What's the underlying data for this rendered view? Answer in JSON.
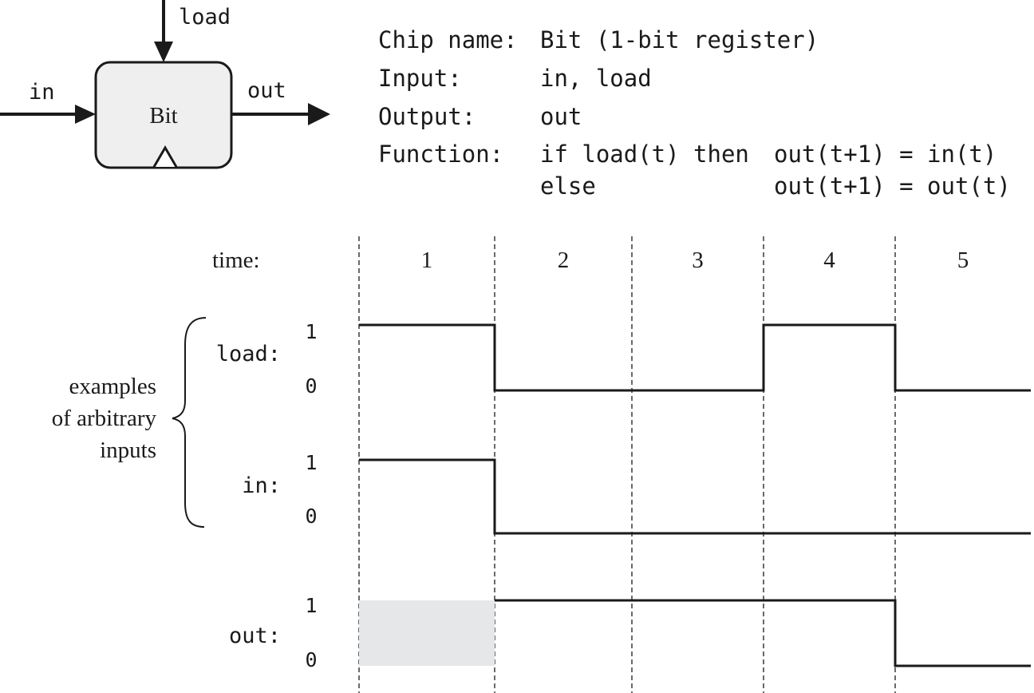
{
  "chip": {
    "box_label": "Bit",
    "pin_load": "load",
    "pin_in": "in",
    "pin_out": "out"
  },
  "spec": {
    "chip_name_key": "Chip name:",
    "chip_name_val": "Bit (1-bit register)",
    "input_key": "Input:",
    "input_val": "in, load",
    "output_key": "Output:",
    "output_val": "out",
    "function_key": "Function:",
    "function_if": "if load(t) then",
    "function_if_expr": "out(t+1) = in(t)",
    "function_else": "else",
    "function_else_expr": "out(t+1) = out(t)"
  },
  "timing": {
    "time_label": "time:",
    "periods": [
      "1",
      "2",
      "3",
      "4",
      "5"
    ],
    "high_label": "1",
    "low_label": "0",
    "brace_note_lines": [
      "examples",
      "of arbitrary",
      "inputs"
    ],
    "signals": [
      {
        "name": "load:",
        "levels": [
          1,
          0,
          0,
          1,
          0
        ]
      },
      {
        "name": "in:",
        "levels": [
          1,
          0,
          0,
          0,
          0
        ]
      },
      {
        "name": "out:",
        "levels": [
          null,
          1,
          1,
          1,
          0
        ]
      }
    ]
  },
  "colors": {
    "ink": "#1a1a1a",
    "chip_fill": "#efefef",
    "unknown_fill": "#e6e7e8"
  }
}
